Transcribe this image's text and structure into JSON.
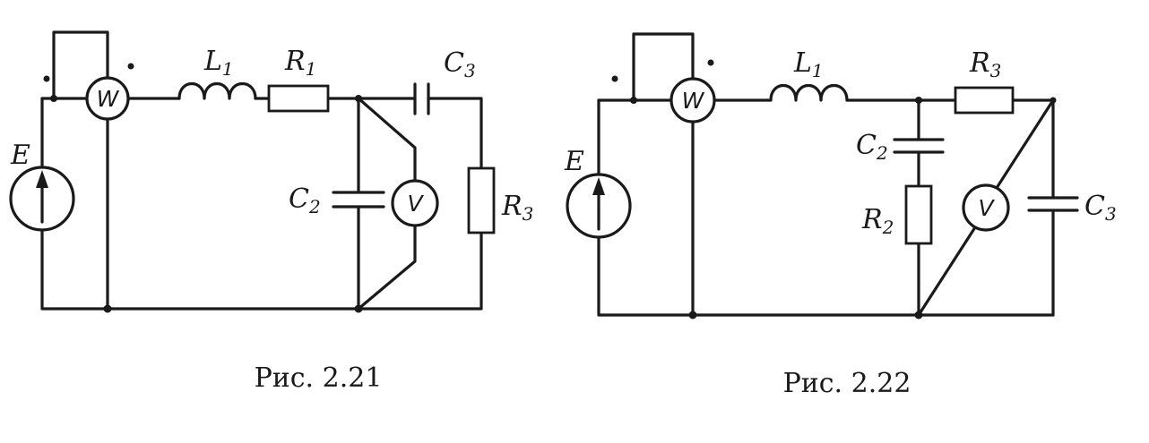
{
  "figures": [
    {
      "caption": "Рис. 2.21",
      "labels": {
        "source": "E",
        "wattmeter": "W",
        "voltmeter": "V",
        "L1": {
          "base": "L",
          "sub": "1"
        },
        "R1": {
          "base": "R",
          "sub": "1"
        },
        "C3": {
          "base": "C",
          "sub": "3"
        },
        "C2": {
          "base": "C",
          "sub": "2"
        },
        "R3": {
          "base": "R",
          "sub": "3"
        }
      }
    },
    {
      "caption": "Рис. 2.22",
      "labels": {
        "source": "E",
        "wattmeter": "W",
        "voltmeter": "V",
        "L1": {
          "base": "L",
          "sub": "1"
        },
        "R3": {
          "base": "R",
          "sub": "3"
        },
        "C2": {
          "base": "C",
          "sub": "2"
        },
        "R2": {
          "base": "R",
          "sub": "2"
        },
        "C3": {
          "base": "C",
          "sub": "3"
        }
      }
    }
  ]
}
